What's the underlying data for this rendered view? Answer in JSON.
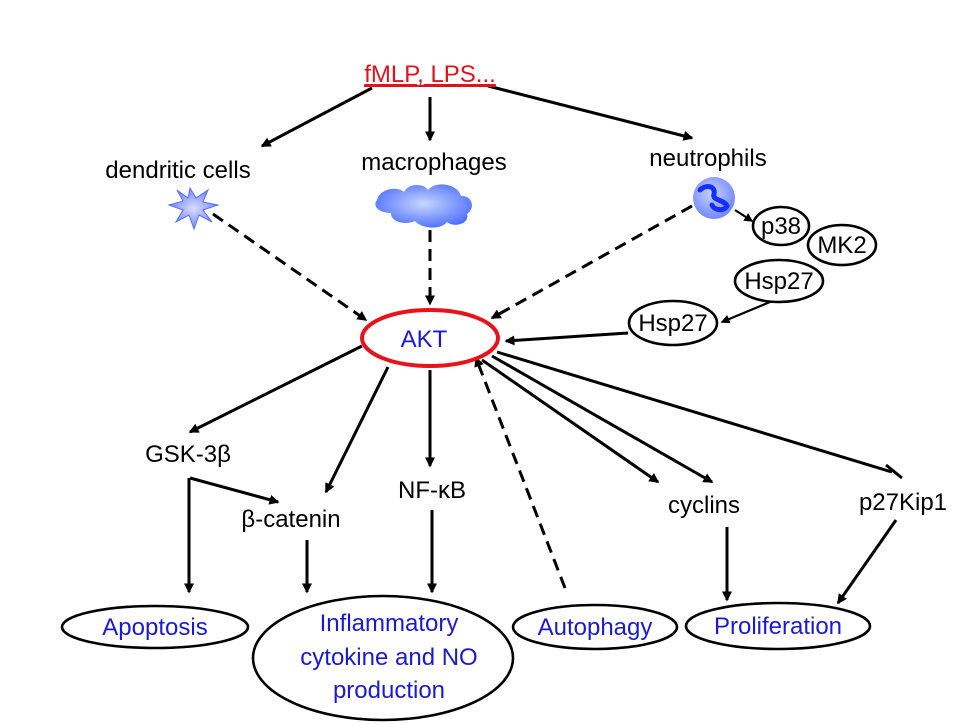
{
  "colors": {
    "stimulus": "#e0121b",
    "akt_border": "#e8121b",
    "akt_text": "#1a1ad6",
    "outcome_text": "#1a1ad6",
    "cell_blue": "#3f5bff",
    "line": "#000000"
  },
  "icons": {
    "dendritic": "dendritic-cell-icon",
    "macrophage": "macrophage-icon",
    "neutrophil": "neutrophil-icon"
  },
  "stimulus": "fMLP, LPS...",
  "cells": {
    "dendritic": "dendritic cells",
    "macrophages": "macrophages",
    "neutrophils": "neutrophils"
  },
  "kinases": {
    "p38": "p38",
    "mk2": "MK2",
    "hsp27_complex": "Hsp27",
    "hsp27": "Hsp27"
  },
  "akt": "AKT",
  "targets": {
    "gsk3b": "GSK-3β",
    "bcatenin": "β-catenin",
    "nfkb": "NF-κB",
    "cyclins": "cyclins",
    "p27kip1": "p27Kip1"
  },
  "outcomes": {
    "apoptosis": "Apoptosis",
    "inflammatory_line1": "Inflammatory",
    "inflammatory_line2": "cytokine and NO",
    "inflammatory_line3": "production",
    "autophagy": "Autophagy",
    "proliferation": "Proliferation"
  }
}
